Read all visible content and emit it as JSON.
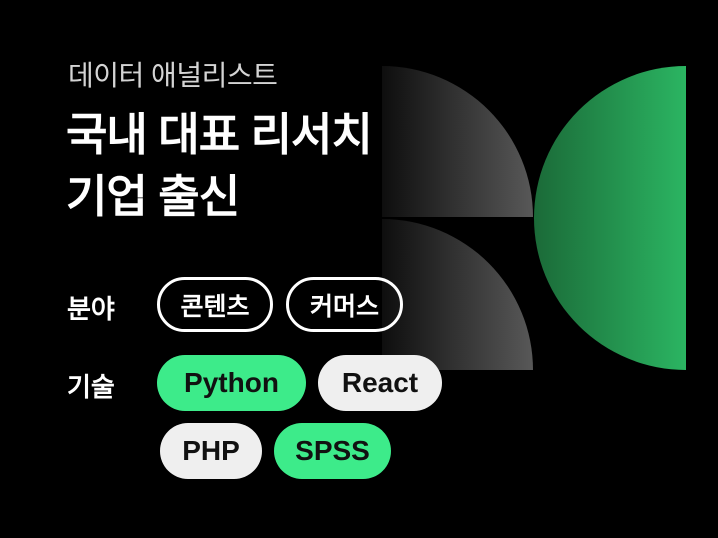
{
  "subtitle": "데이터 애널리스트",
  "title_lines": [
    "국내 대표 리서치",
    "기업 출신"
  ],
  "field": {
    "label": "분야",
    "chips": [
      "콘텐츠",
      "커머스"
    ]
  },
  "skills": {
    "label": "기술",
    "chips": [
      "Python",
      "React",
      "PHP",
      "SPSS"
    ]
  },
  "colors": {
    "accent_green": "#3deb8a",
    "chip_gray": "#efefef",
    "background": "#000000"
  }
}
